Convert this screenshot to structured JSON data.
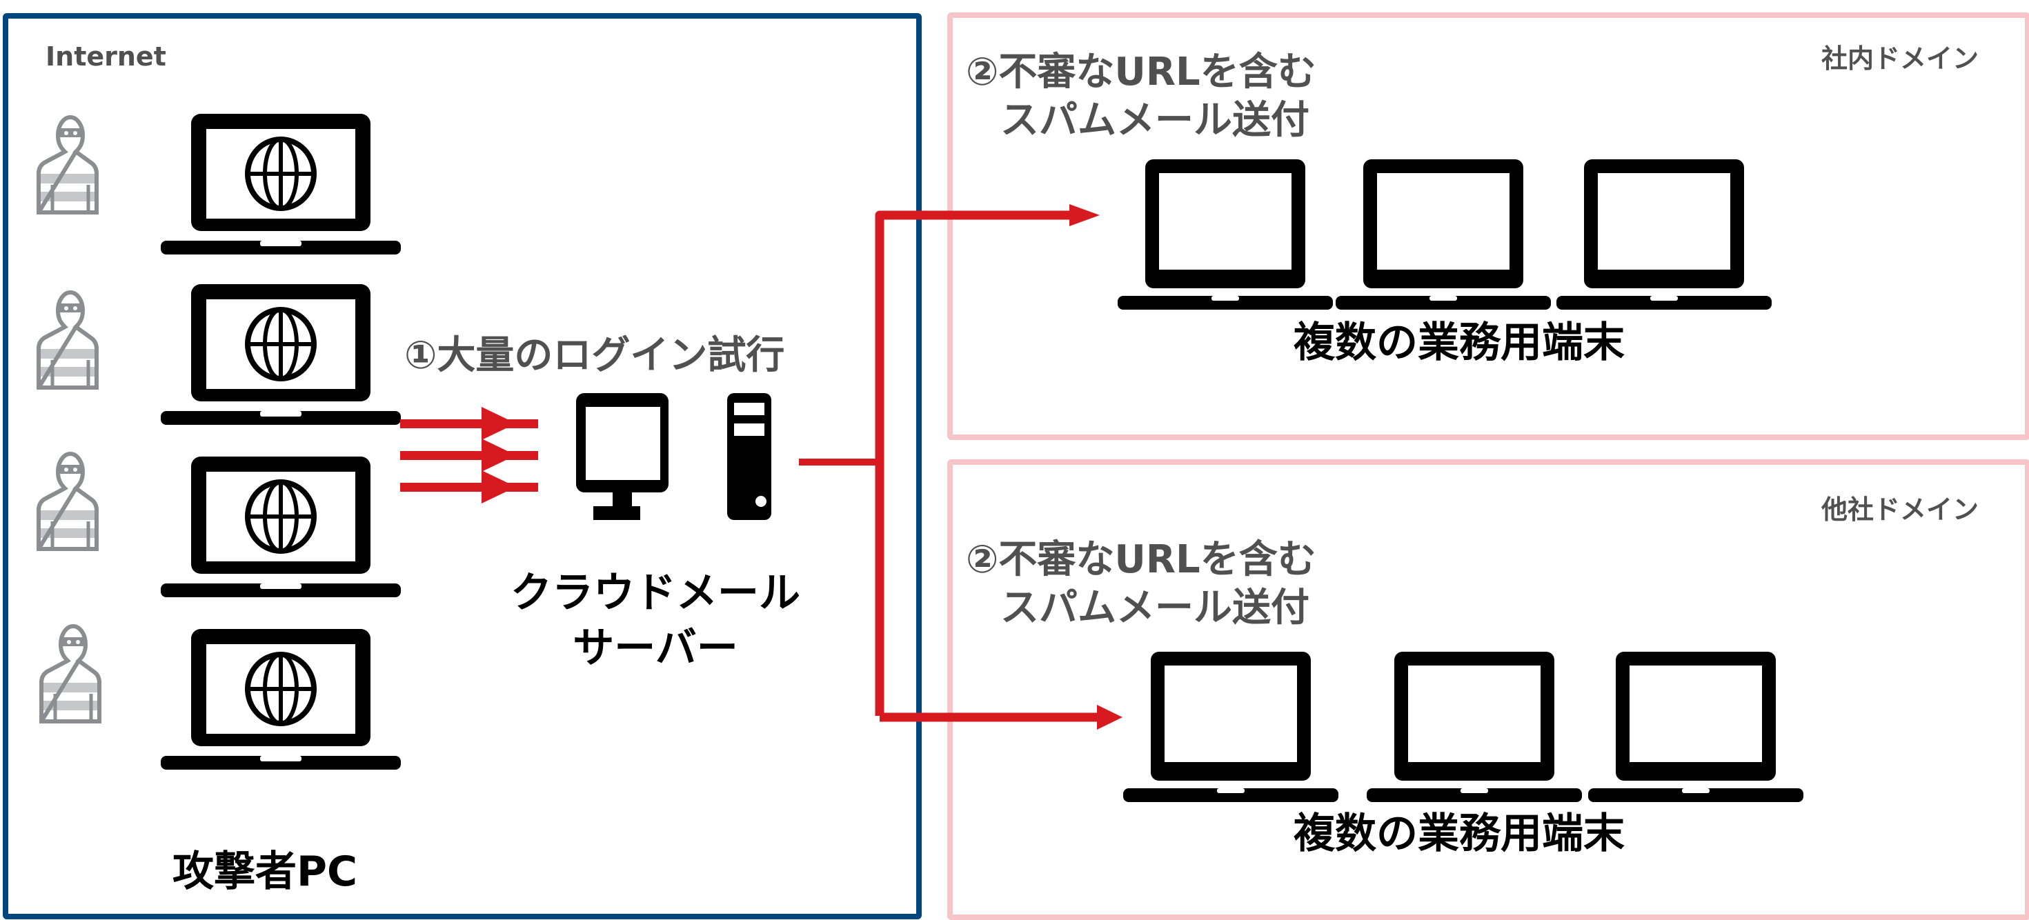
{
  "colors": {
    "internet_border": "#00467f",
    "domain_border": "#f7c4c7",
    "arrow": "#d71920",
    "attacker_icon": "#8c8d90",
    "attacker_stripe": "#c6c7c9",
    "device": "#000000",
    "label_gray": "#505050"
  },
  "internet": {
    "title": "Internet",
    "attackers_label": "攻撃者PC",
    "attacker_count": 4
  },
  "server": {
    "step_label": "①大量のログイン試行",
    "name_line1": "クラウドメール",
    "name_line2": "サーバー"
  },
  "internal_domain": {
    "title": "社内ドメイン",
    "step_line1": "②不審なURLを含む",
    "step_line2": "スパムメール送付",
    "devices_label": "複数の業務用端末",
    "device_count": 3
  },
  "external_domain": {
    "title": "他社ドメイン",
    "step_line1": "②不審なURLを含む",
    "step_line2": "スパムメール送付",
    "devices_label": "複数の業務用端末",
    "device_count": 3
  }
}
